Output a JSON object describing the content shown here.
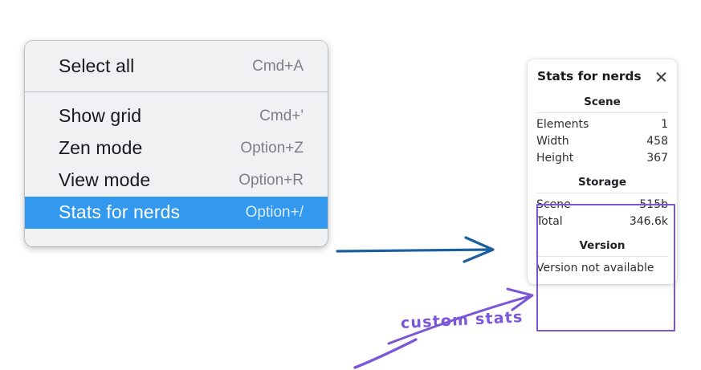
{
  "context_menu": {
    "groups": [
      {
        "items": [
          {
            "label": "Select all",
            "shortcut": "Cmd+A",
            "selected": false,
            "name": "menu-item-select-all"
          }
        ]
      },
      {
        "items": [
          {
            "label": "Show grid",
            "shortcut": "Cmd+'",
            "selected": false,
            "name": "menu-item-show-grid"
          },
          {
            "label": "Zen mode",
            "shortcut": "Option+Z",
            "selected": false,
            "name": "menu-item-zen-mode"
          },
          {
            "label": "View mode",
            "shortcut": "Option+R",
            "selected": false,
            "name": "menu-item-view-mode"
          },
          {
            "label": "Stats for nerds",
            "shortcut": "Option+/",
            "selected": true,
            "name": "menu-item-stats-for-nerds"
          }
        ]
      }
    ]
  },
  "stats_panel": {
    "title": "Stats for nerds",
    "close_icon": "close-icon",
    "sections": [
      {
        "title": "Scene",
        "rows": [
          {
            "key": "Elements",
            "value": "1"
          },
          {
            "key": "Width",
            "value": "458"
          },
          {
            "key": "Height",
            "value": "367"
          }
        ]
      },
      {
        "title": "Storage",
        "rows": [
          {
            "key": "Scene",
            "value": "515b"
          },
          {
            "key": "Total",
            "value": "346.6k"
          }
        ]
      },
      {
        "title": "Version",
        "full_rows": [
          "Version not available"
        ]
      }
    ]
  },
  "annotations": {
    "custom_stats_label": "custom stats",
    "highlight_color": "#7b56d6",
    "arrow_color": "#1b5f9e"
  },
  "colors": {
    "menu_background": "#f0f1f3",
    "menu_selected": "#3399ef",
    "page_background": "#ffffff"
  }
}
